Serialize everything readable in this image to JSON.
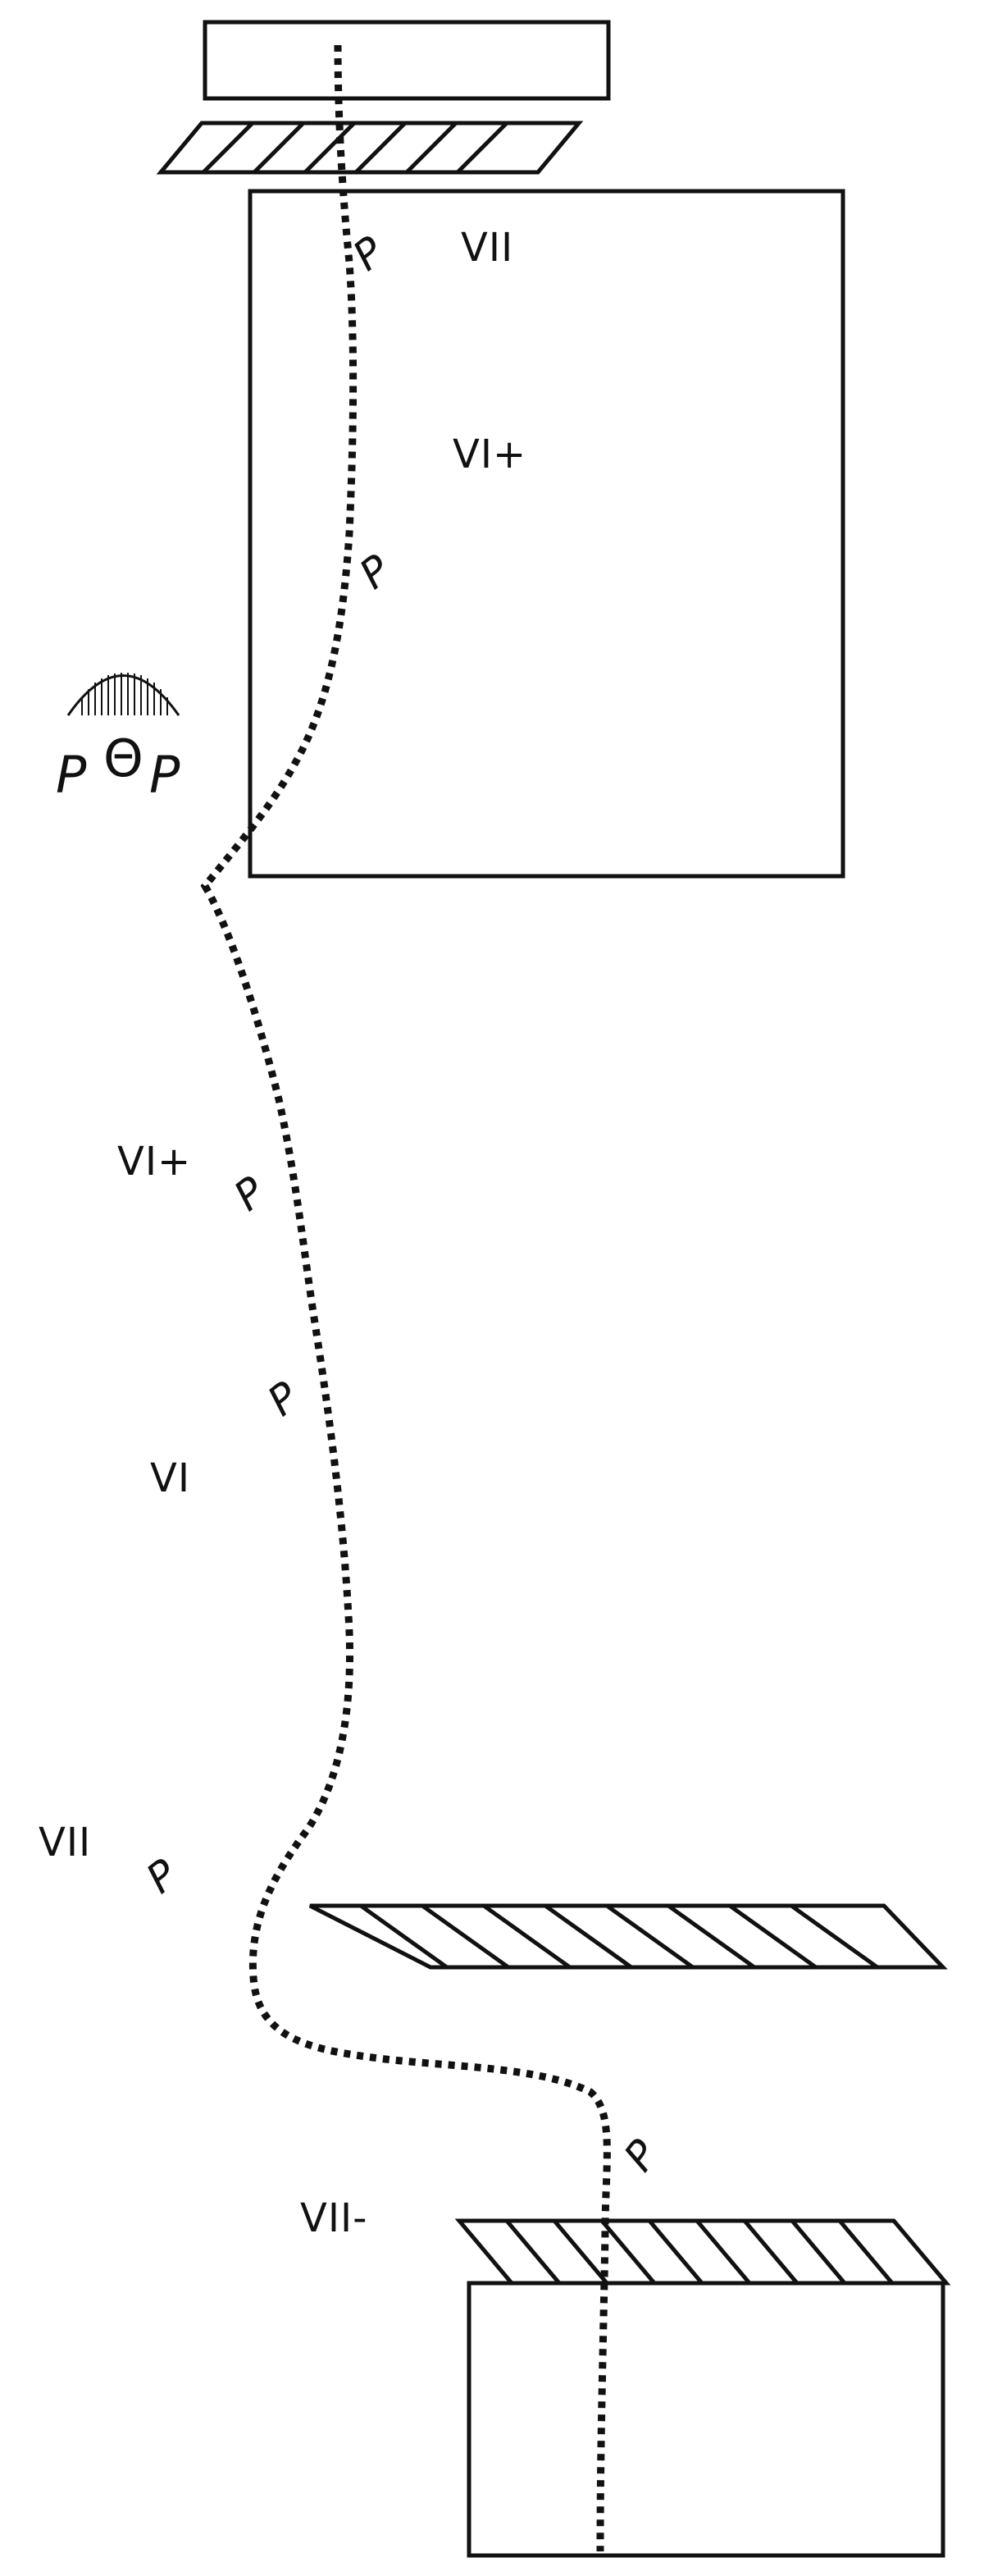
{
  "route_topo": {
    "grades": [
      "VII",
      "VI+",
      "VI+",
      "VI",
      "VII",
      "VII-"
    ],
    "pitch_marker": "P",
    "belay_marker": {
      "left_glyph": "P",
      "center_glyph": "Θ",
      "right_glyph": "P",
      "icon": "belay-arch-icon"
    }
  }
}
